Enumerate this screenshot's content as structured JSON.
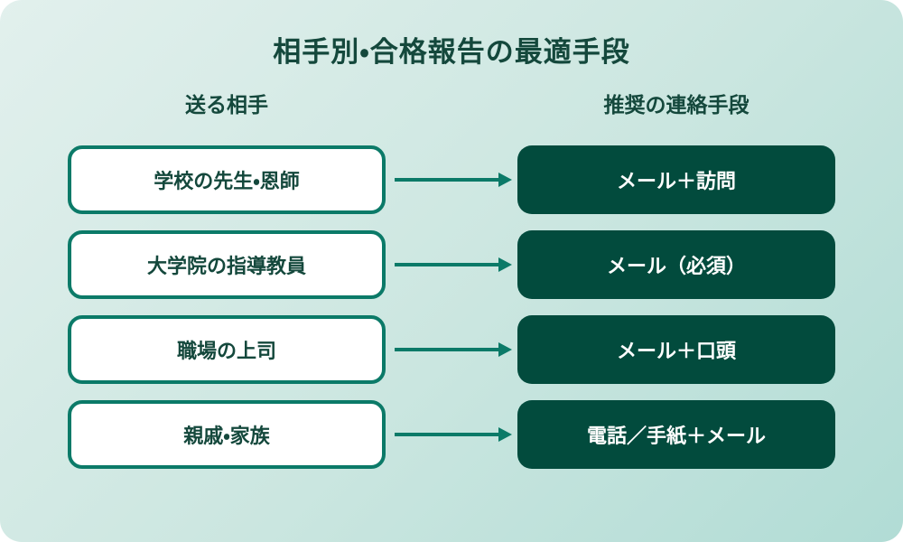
{
  "title": "相手別・合格報告の最適手段",
  "columns": {
    "left_header": "送る相手",
    "right_header": "推奨の連絡手段"
  },
  "rows": [
    {
      "recipient": "学校の先生・恩師",
      "method": "メール＋訪問"
    },
    {
      "recipient": "大学院の指導教員",
      "method": "メール（必須）"
    },
    {
      "recipient": "職場の上司",
      "method": "メール＋口頭"
    },
    {
      "recipient": "親戚・家族",
      "method": "電話／手紙＋メール"
    }
  ],
  "colors": {
    "bg_grad_start": "#e2f0ed",
    "bg_grad_mid": "#cde7e1",
    "bg_grad_end": "#b1dcd5",
    "accent_teal": "#0b7a68",
    "dark_green": "#024b3d",
    "text_green": "#14483c",
    "box_white": "#ffffff",
    "method_text": "#ffffff"
  }
}
